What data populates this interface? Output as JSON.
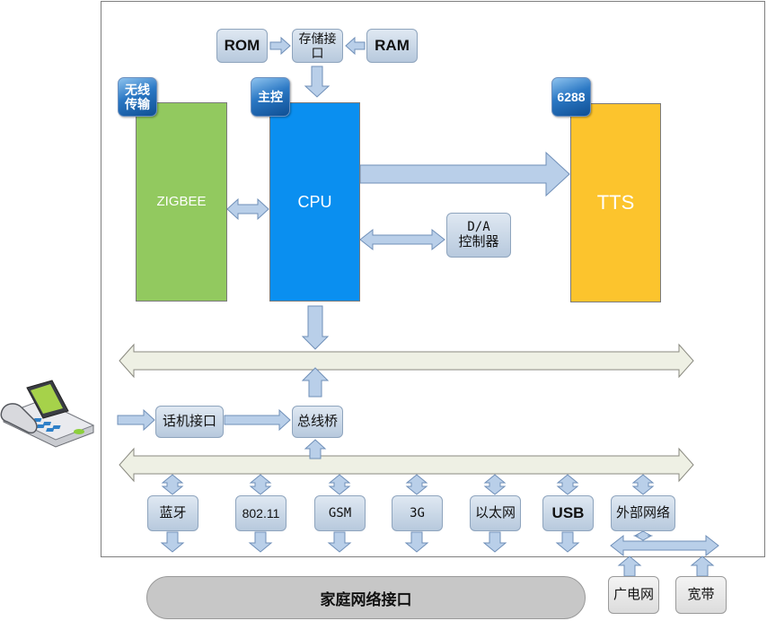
{
  "modules": {
    "rom": "ROM",
    "storage_interface": "存储接口",
    "ram": "RAM",
    "zigbee": "ZIGBEE",
    "cpu": "CPU",
    "tts": "TTS",
    "da_line1": "D/A",
    "da_line2": "控制器",
    "phone_interface": "话机接口",
    "bus_bridge": "总线桥",
    "bluetooth": "蓝牙",
    "wifi": "802.11",
    "gsm": "GSM",
    "g3": "3G",
    "ethernet": "以太网",
    "usb": "USB",
    "external_network": "外部网络",
    "broadcast_tv": "广电网",
    "broadband": "宽带",
    "home_network": "家庭网络接口"
  },
  "badges": {
    "wireless_line1": "无线",
    "wireless_line2": "传输",
    "master": "主控",
    "chip": "6288"
  },
  "colors": {
    "zigbee": "#92c95f",
    "cpu": "#0a8ff0",
    "tts": "#fcc42d",
    "arrow_fill": "#b9cfe9",
    "arrow_stroke": "#6f8fb8",
    "bus_fill": "#eef0e4",
    "bus_stroke": "#8a8a80"
  }
}
